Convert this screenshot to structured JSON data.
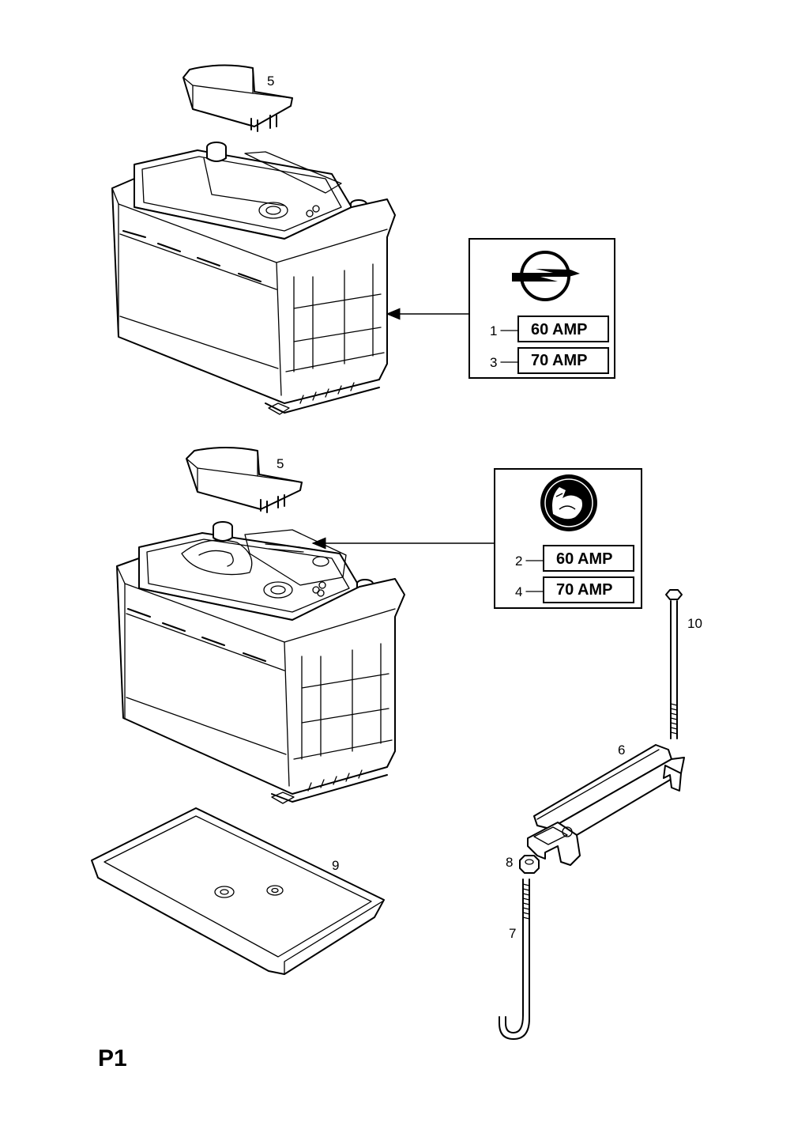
{
  "sheet_id": "P1",
  "callouts": {
    "c1": "1",
    "c2": "2",
    "c3": "3",
    "c4": "4",
    "c5_top": "5",
    "c5_bottom": "5",
    "c6": "6",
    "c7": "7",
    "c8": "8",
    "c9": "9",
    "c10": "10"
  },
  "opel_panel": {
    "logo_icon": "opel-lightning-logo-icon",
    "ratings": [
      {
        "callout": "1",
        "label": "60 AMP"
      },
      {
        "callout": "3",
        "label": "70 AMP"
      }
    ]
  },
  "vauxhall_panel": {
    "logo_icon": "vauxhall-griffin-logo-icon",
    "ratings": [
      {
        "callout": "2",
        "label": "60 AMP"
      },
      {
        "callout": "4",
        "label": "70 AMP"
      }
    ]
  },
  "colors": {
    "line": "#000000",
    "background": "#ffffff"
  }
}
